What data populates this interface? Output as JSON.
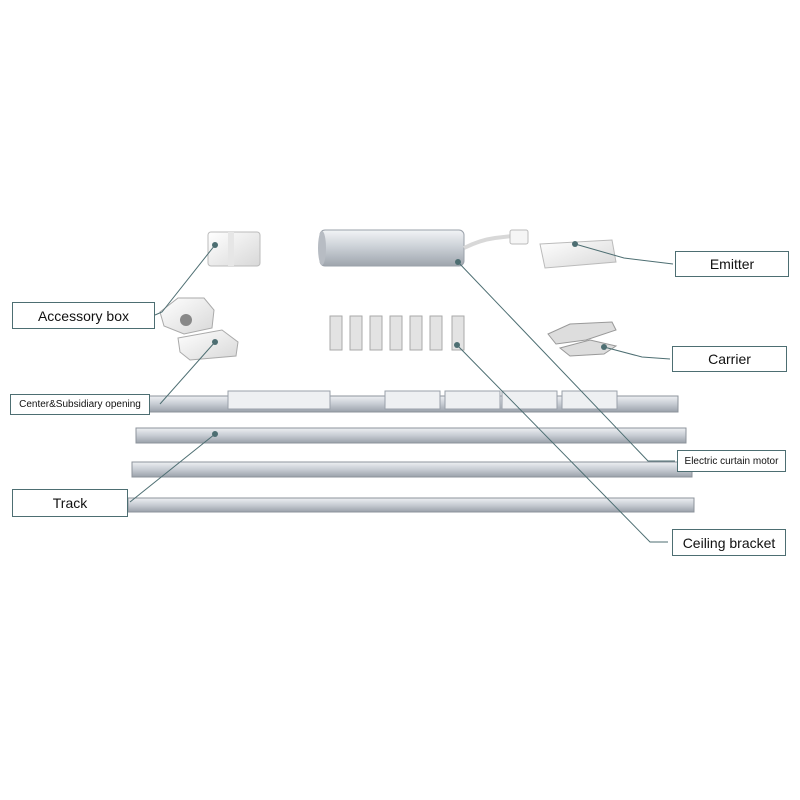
{
  "labels": {
    "accessory_box": "Accessory box",
    "center_opening": "Center&Subsidiary opening",
    "track": "Track",
    "emitter": "Emitter",
    "carrier": "Carrier",
    "motor": "Electric curtain motor",
    "ceiling_bracket": "Ceiling bracket"
  },
  "colors": {
    "leader_line": "#4d6e72",
    "track_metal": "#c9ced5",
    "plastic_white": "#f2f2f2"
  }
}
